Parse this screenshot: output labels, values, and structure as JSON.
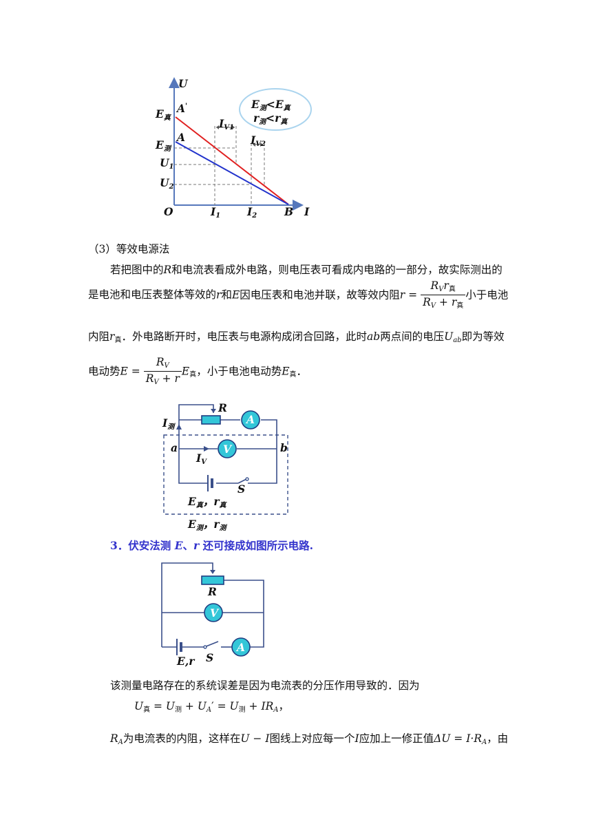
{
  "fig1": {
    "axis_u": "U",
    "axis_i": "I",
    "origin": "O",
    "e_true": "E",
    "e_true_sub": "真",
    "e_meas": "E",
    "e_meas_sub": "测",
    "u1": "U",
    "u1_sub": "1",
    "u2": "U",
    "u2_sub": "2",
    "i1": "I",
    "i1_sub": "1",
    "i2": "I",
    "i2_sub": "2",
    "point_a_prime": "A",
    "prime": "'",
    "point_a": "A",
    "point_b": "B",
    "iv1": "I",
    "iv1_sub": "V1",
    "iv2": "I",
    "iv2_sub": "V2",
    "bubble_line1_a": "E",
    "bubble_line1_a_sub": "测",
    "bubble_lt": "<",
    "bubble_line1_b": "E",
    "bubble_line1_b_sub": "真",
    "bubble_line2_a": "r",
    "bubble_line2_a_sub": "测",
    "bubble_line2_b": "r",
    "bubble_line2_b_sub": "真",
    "colors": {
      "red_line": "#e02020",
      "blue_line": "#2233cc",
      "axis": "#5577bb",
      "bubble": "#aad4ee"
    }
  },
  "section3": {
    "heading": "（3）等效电源法",
    "p1": "若把图中的",
    "p1_R": "R",
    "p1_b": "和电流表看成外电路，则电压表可看成内电路的一部分，故实际测出的",
    "p2_a": "是电池和电压表整体等效的",
    "p2_r": "r",
    "p2_b": "和",
    "p2_E": "E",
    "p2_c": "因电压表和电池并联，故等效内阻",
    "p2_eq_r": "r",
    "p2_eq": " = ",
    "frac1_num_R": "R",
    "frac1_num_Rsub": "V",
    "frac1_num_r": "r",
    "frac1_num_rsub": "真",
    "frac1_den_R": "R",
    "frac1_den_Rsub": "V",
    "frac1_den_plus": " + ",
    "frac1_den_r": "r",
    "frac1_den_rsub": "真",
    "p2_d": "小于电池",
    "p3_a": "内阻",
    "p3_r": "r",
    "p3_rsub": "真",
    "p3_b": "．外电路断开时，电压表与电源构成闭合回路，此时",
    "p3_ab": "ab",
    "p3_c": "两点间的电压",
    "p3_U": "U",
    "p3_Usub": "ab",
    "p3_d": "即为等效",
    "p4_a": "电动势",
    "p4_E": "E",
    "p4_eq": " = ",
    "frac2_num_R": "R",
    "frac2_num_Rsub": "V",
    "frac2_den_R": "R",
    "frac2_den_Rsub": "V",
    "frac2_den_plus": " + ",
    "frac2_den_r": "r",
    "p4_E2": "E",
    "p4_E2sub": "真",
    "p4_b": "，小于电池电动势",
    "p4_E3": "E",
    "p4_E3sub": "真",
    "p4_c": "．"
  },
  "fig2": {
    "R": "R",
    "A": "A",
    "V": "V",
    "I_meas": "I",
    "I_meas_sub": "测",
    "a": "a",
    "b": "b",
    "IV": "I",
    "IV_sub": "V",
    "S": "S",
    "inner_E": "E",
    "inner_E_sub": "真",
    "inner_comma": "，",
    "inner_r": "r",
    "inner_r_sub": "真",
    "outer_E": "E",
    "outer_E_sub": "测",
    "outer_comma": "，",
    "outer_r": "r",
    "outer_r_sub": "测"
  },
  "section3b": {
    "heading_num": "3．",
    "heading_a": "伏安法测 ",
    "heading_E": "E",
    "heading_sep": "、",
    "heading_r": "r",
    "heading_b": " 还可接成如图所示电路."
  },
  "fig3": {
    "R": "R",
    "V": "V",
    "A": "A",
    "S": "S",
    "Er": "E,r"
  },
  "section4": {
    "p1": "该测量电路存在的系统误差是因为电流表的分压作用导致的．因为",
    "eq_U1": "U",
    "eq_U1sub": "真",
    "eq_eq1": " = ",
    "eq_U2": "U",
    "eq_U2sub": "测",
    "eq_plus1": " + ",
    "eq_U3": "U",
    "eq_U3sub": "A",
    "eq_prime": "′",
    "eq_eq2": " = ",
    "eq_U4": "U",
    "eq_U4sub": "测",
    "eq_plus2": " + ",
    "eq_I": "IR",
    "eq_Isub": "A",
    "eq_end": "，",
    "p2_R": "R",
    "p2_Rsub": "A",
    "p2_a": "为电流表的内阻，这样在",
    "p2_UI": "U − I",
    "p2_b": "图线上对应每一个",
    "p2_I": "I",
    "p2_c": "应加上一修正值",
    "p2_dU": "ΔU = I·R",
    "p2_dUsub": "A",
    "p2_d": "，由"
  }
}
